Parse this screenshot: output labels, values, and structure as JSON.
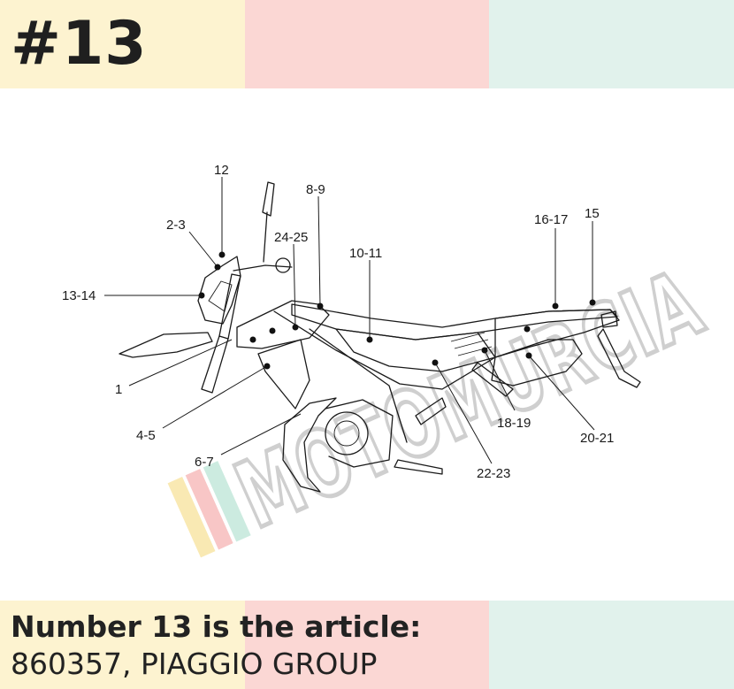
{
  "header": {
    "page_number": "#13"
  },
  "watermark": {
    "text": "MOTOMURCIA"
  },
  "callouts": [
    {
      "id": "c12",
      "label": "12"
    },
    {
      "id": "c2-3",
      "label": "2-3"
    },
    {
      "id": "c8-9",
      "label": "8-9"
    },
    {
      "id": "c24-25",
      "label": "24-25"
    },
    {
      "id": "c10-11",
      "label": "10-11"
    },
    {
      "id": "c16-17",
      "label": "16-17"
    },
    {
      "id": "c15",
      "label": "15"
    },
    {
      "id": "c13-14",
      "label": "13-14"
    },
    {
      "id": "c1",
      "label": "1"
    },
    {
      "id": "c4-5",
      "label": "4-5"
    },
    {
      "id": "c6-7",
      "label": "6-7"
    },
    {
      "id": "c18-19",
      "label": "18-19"
    },
    {
      "id": "c20-21",
      "label": "20-21"
    },
    {
      "id": "c22-23",
      "label": "22-23"
    }
  ],
  "caption": {
    "line1": "Number 13 is the article:",
    "line2": "860357, PIAGGIO GROUP"
  },
  "colors": {
    "band_yellow": "#fdf3d0",
    "band_pink": "#fbd7d4",
    "band_mint": "#e1f2ec",
    "text": "#222222"
  }
}
